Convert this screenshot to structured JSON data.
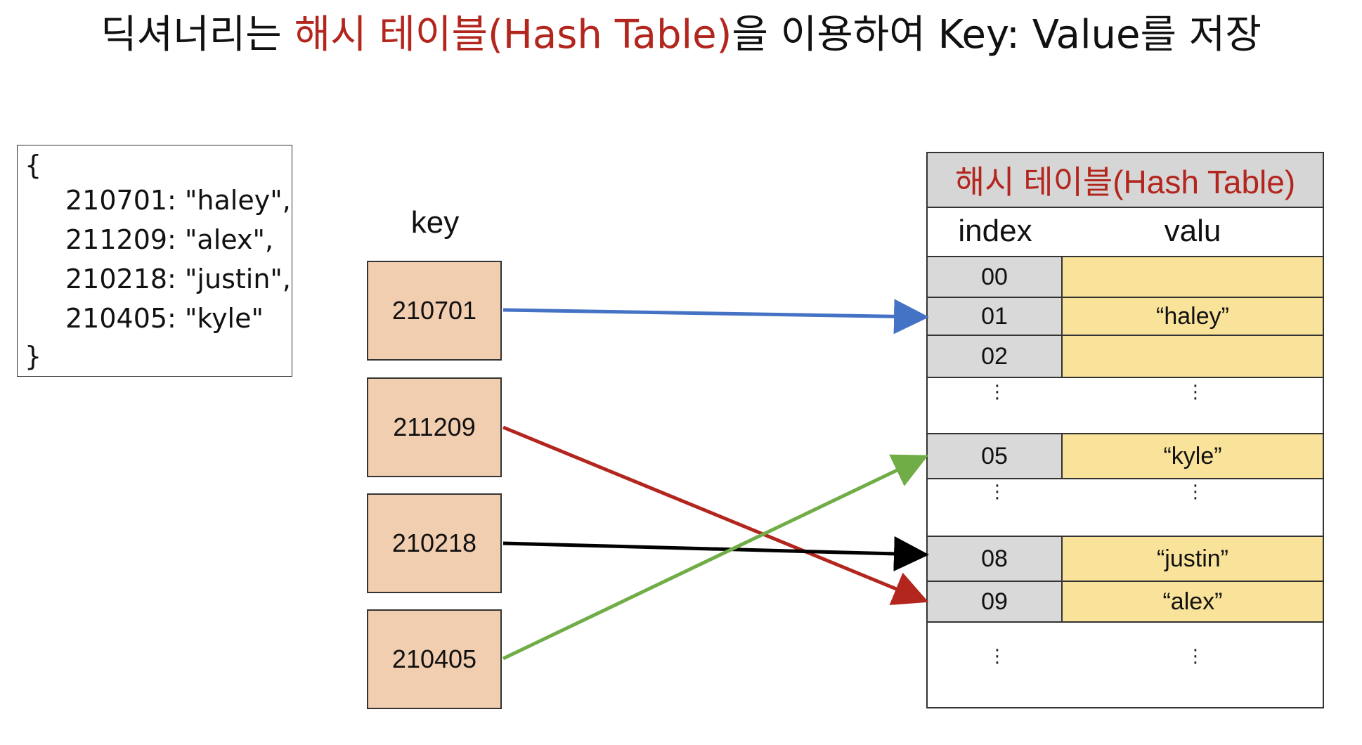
{
  "title": {
    "prefix": "딕셔너리는 ",
    "highlight": "해시 테이블(Hash Table)",
    "suffix": "을 이용하여 Key: Value를 저장"
  },
  "dict": {
    "open": "{",
    "entries": [
      "210701: \"haley\",",
      "211209: \"alex\",",
      "210218: \"justin\",",
      "210405: \"kyle\""
    ],
    "close": "}"
  },
  "keys": {
    "heading": "key",
    "items": [
      "210701",
      "211209",
      "210218",
      "210405"
    ]
  },
  "hash_table": {
    "title": "해시 테이블(Hash Table)",
    "index_header": "index",
    "value_header": "valu",
    "rows": [
      {
        "index": "00",
        "value": ""
      },
      {
        "index": "01",
        "value": "“haley”"
      },
      {
        "index": "02",
        "value": ""
      },
      {
        "index": "05",
        "value": "“kyle”"
      },
      {
        "index": "08",
        "value": "“justin”"
      },
      {
        "index": "09",
        "value": "“alex”"
      }
    ],
    "ellipsis": "⋮"
  },
  "colors": {
    "title_highlight": "#b3261e",
    "key_fill": "#f2ceb0",
    "index_fill": "#d9d9d9",
    "value_fill": "#f9e39a",
    "header_fill": "#d6d6d6",
    "arrow_210701": "#4472c4",
    "arrow_211209": "#b3261e",
    "arrow_210218": "#000000",
    "arrow_210405": "#70ad47"
  },
  "mappings": [
    {
      "key": "210701",
      "index": "01"
    },
    {
      "key": "211209",
      "index": "09"
    },
    {
      "key": "210218",
      "index": "08"
    },
    {
      "key": "210405",
      "index": "05"
    }
  ]
}
